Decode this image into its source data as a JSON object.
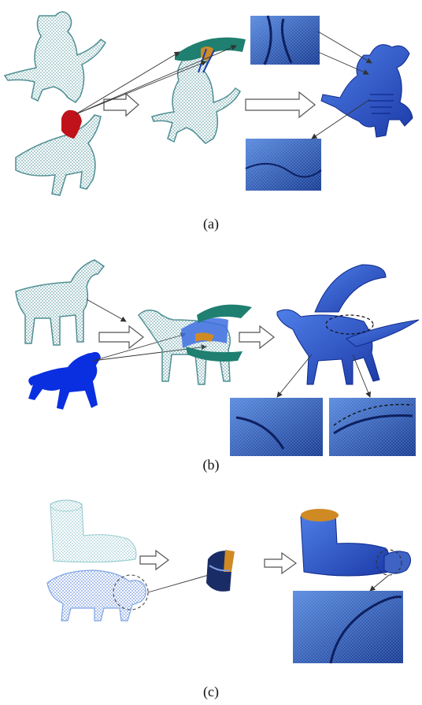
{
  "figure": {
    "captions": {
      "a": "(a)",
      "b": "(b)",
      "c": "(c)"
    }
  },
  "colors": {
    "wire_teal": "#4f8f94",
    "wire_light": "#9fcfd3",
    "mesh_blue": "#2a4fc9",
    "mesh_blue_dark": "#0f2a8a",
    "patch_green": "#1f7f70",
    "patch_orange": "#d08a24",
    "patch_red": "#c0121a",
    "detail_blue": "#2f5fb5"
  }
}
